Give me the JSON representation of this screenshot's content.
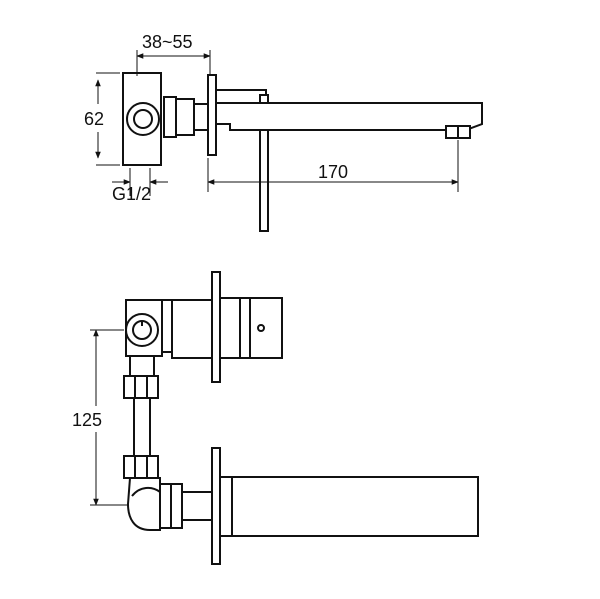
{
  "dimensions": {
    "wall_depth": "38~55",
    "height": "62",
    "thread": "G1/2",
    "spout_length": "170",
    "spacing": "125"
  },
  "colors": {
    "line": "#111111",
    "background": "#ffffff"
  }
}
